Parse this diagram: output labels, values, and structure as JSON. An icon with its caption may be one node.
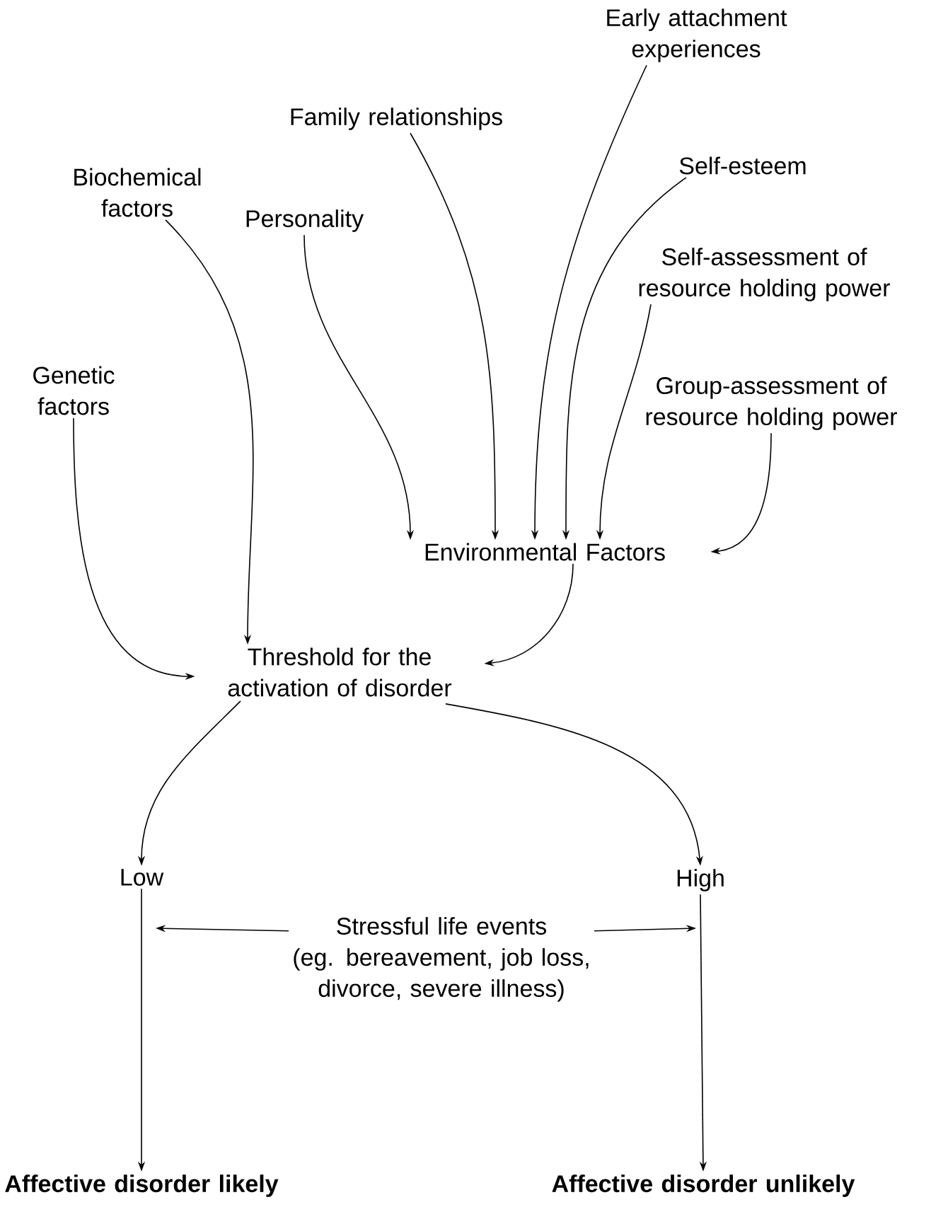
{
  "diagram": {
    "nodes": [
      {
        "text": [
          "Early attachment experiences"
        ]
      },
      {
        "text": [
          "Family relationships"
        ]
      },
      {
        "text": [
          "Self-esteem"
        ]
      },
      {
        "text": [
          "Biochemical factors"
        ]
      },
      {
        "text": [
          "Personality"
        ]
      },
      {
        "text": [
          "Self-assessment of resource holding power"
        ]
      },
      {
        "text": [
          "Genetic factors"
        ]
      },
      {
        "text": [
          "Group-assessment of resource holding power"
        ]
      },
      {
        "text": [
          "Environmental Factors"
        ]
      },
      {
        "text": [
          "Threshold for the activation of disorder"
        ]
      },
      {
        "text": [
          "Low"
        ]
      },
      {
        "text": [
          "High"
        ]
      },
      {
        "text": [
          "Stressful life events",
          "(eg. bereavement, job loss, divorce, severe illness)"
        ]
      },
      {
        "text": [
          "Affective disorder likely"
        ]
      },
      {
        "text": [
          "Affective disorder unlikely"
        ]
      }
    ],
    "edges": [
      {
        "from": 4,
        "to": 8,
        "arrow": "to"
      },
      {
        "from": 1,
        "to": 8,
        "arrow": "to"
      },
      {
        "from": 0,
        "to": 8,
        "arrow": "to"
      },
      {
        "from": 2,
        "to": 8,
        "arrow": "to"
      },
      {
        "from": 5,
        "to": 8,
        "arrow": "to"
      },
      {
        "from": 7,
        "to": 8,
        "arrow": "to"
      },
      {
        "from": 3,
        "to": 9,
        "arrow": "to"
      },
      {
        "from": 6,
        "to": 9,
        "arrow": "to"
      },
      {
        "from": 8,
        "to": 9,
        "arrow": "to"
      },
      {
        "from": 9,
        "to": 10,
        "arrow": "to"
      },
      {
        "from": 9,
        "to": 11,
        "arrow": "to"
      },
      {
        "from": 10,
        "to": 13,
        "arrow": "to"
      },
      {
        "from": 11,
        "to": 14,
        "arrow": "to"
      },
      {
        "from": 12,
        "to": null,
        "arrow": "to"
      },
      {
        "from": 12,
        "to": null,
        "arrow": "to"
      }
    ]
  }
}
